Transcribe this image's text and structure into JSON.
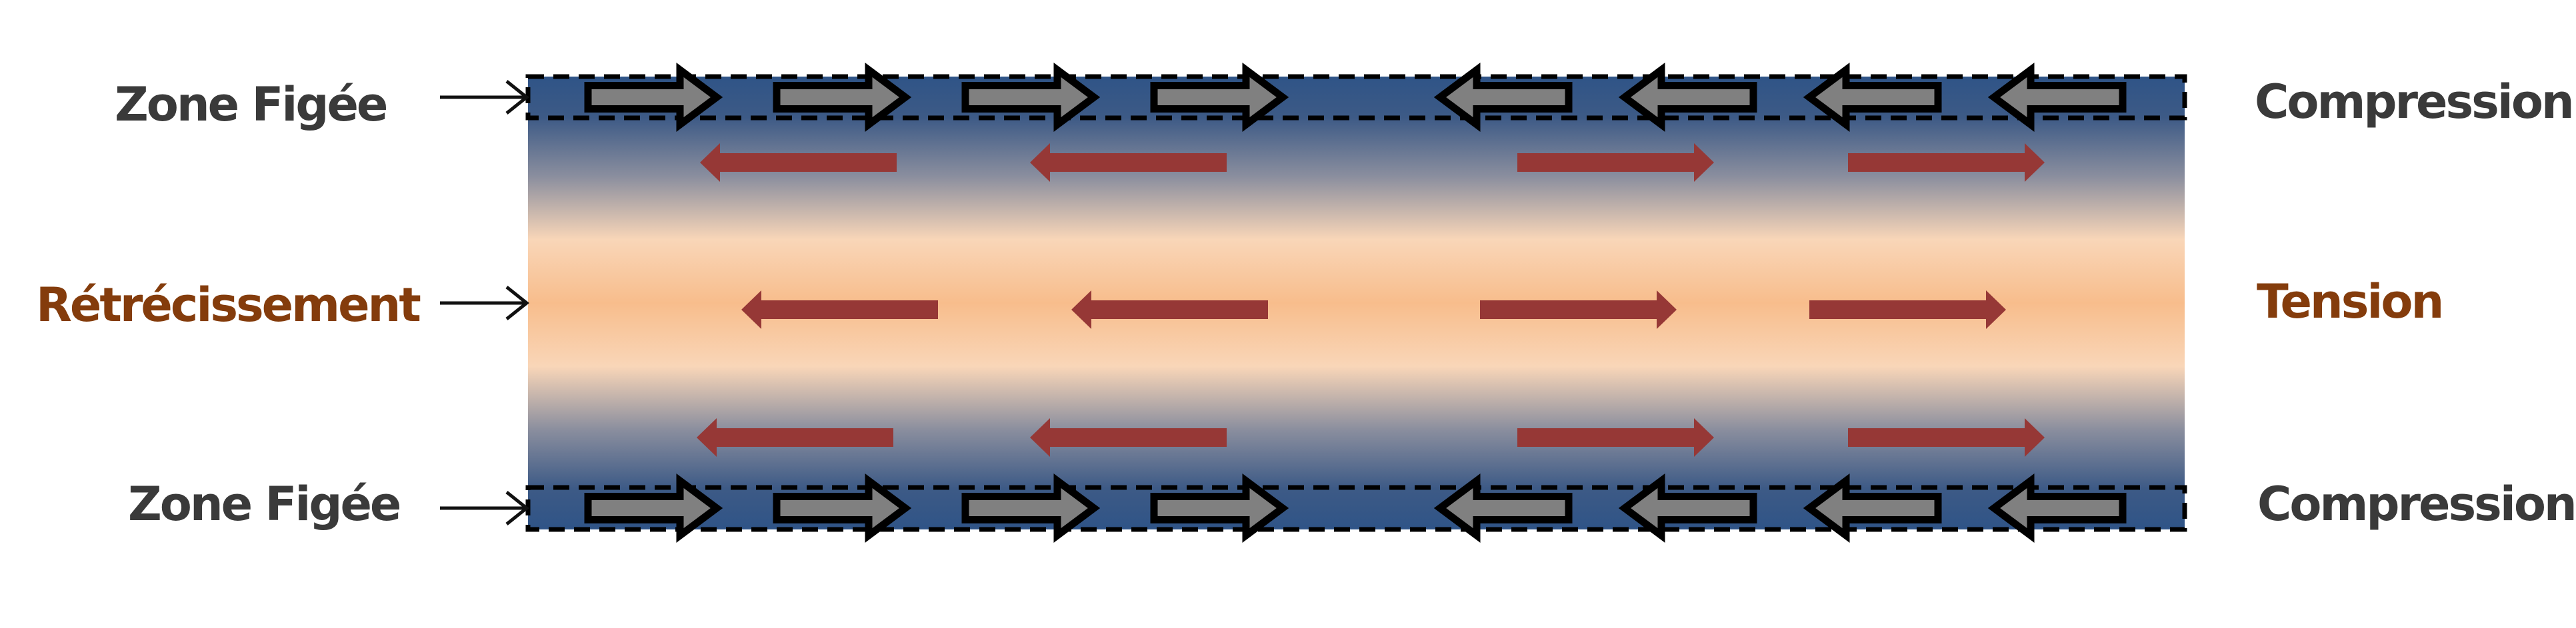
{
  "diagram": {
    "title": "Zone figée / rétrécissement — distribution des contraintes",
    "left_labels": {
      "top": "Zone Figée",
      "middle": "Rétrécissement",
      "bottom": "Zone Figée"
    },
    "right_labels": {
      "top": "Compression",
      "middle": "Tension",
      "bottom": "Compression"
    },
    "colors": {
      "label_dark": "#3a3a3a",
      "label_brown": "#843c0c",
      "band_blue": "#2f5487",
      "band_grey": "#8a8e9e",
      "band_peach_light": "#f9d6b8",
      "band_peach": "#f8bd8c",
      "tension_arrow": "#963836",
      "compression_arrow_fill": "#808080",
      "compression_arrow_stroke": "#000000"
    },
    "compression_rows": [
      {
        "name": "top",
        "directions": [
          "right",
          "right",
          "right",
          "right",
          "left",
          "left",
          "left",
          "left"
        ]
      },
      {
        "name": "bottom",
        "directions": [
          "right",
          "right",
          "right",
          "right",
          "left",
          "left",
          "left",
          "left"
        ]
      }
    ],
    "tension_rows": [
      {
        "name": "upper",
        "directions": [
          "left",
          "left",
          "right",
          "right"
        ]
      },
      {
        "name": "middle",
        "directions": [
          "left",
          "left",
          "right",
          "right"
        ]
      },
      {
        "name": "lower",
        "directions": [
          "left",
          "left",
          "right",
          "right"
        ]
      }
    ],
    "pointer_arrows": [
      "top",
      "middle",
      "bottom"
    ]
  }
}
